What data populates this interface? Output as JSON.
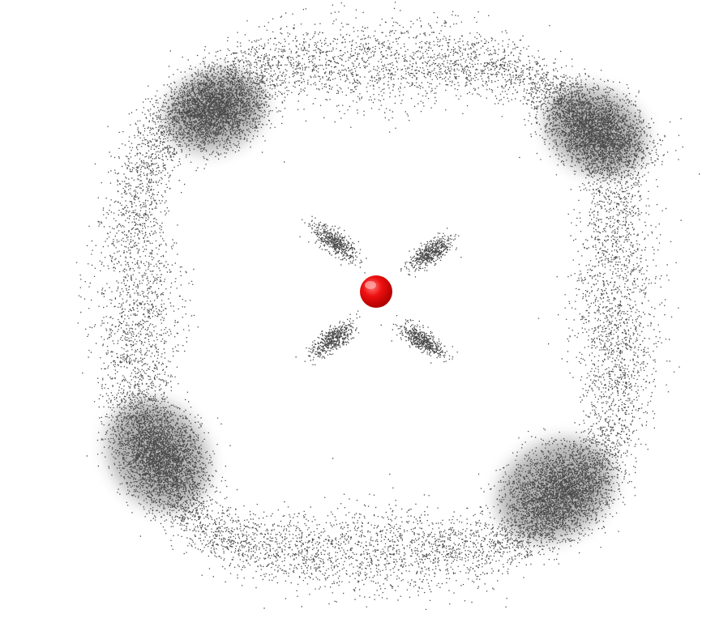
{
  "scene": {
    "subject": "electron-density-point-cloud",
    "background_color": "#ffffff",
    "dot_color": "#4a4a4a",
    "nucleus_color": "#e00000",
    "nucleus_highlight_color": "#ff7a7a",
    "outer_lobes": 4,
    "inner_lobes": 4
  }
}
